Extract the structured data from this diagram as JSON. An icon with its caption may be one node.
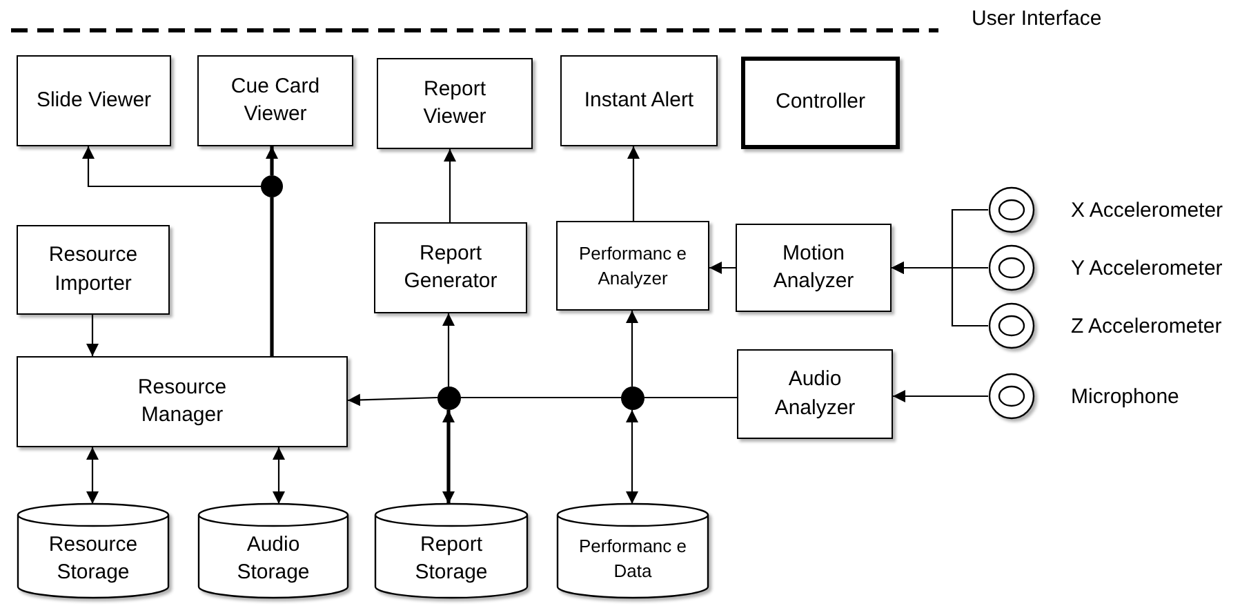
{
  "diagram": {
    "nodes": [
      {
        "text": [
          "Slide Viewer"
        ]
      },
      {
        "text": [
          "Cue Card Viewer"
        ]
      },
      {
        "text": [
          "Report Viewer"
        ]
      },
      {
        "text": [
          "Instant Alert"
        ]
      },
      {
        "text": [
          "Controller"
        ]
      },
      {
        "text": [
          "Resource Importer"
        ]
      },
      {
        "text": [
          "Report Generator"
        ]
      },
      {
        "text": [
          "Performanc e Analyzer"
        ]
      },
      {
        "text": [
          "Motion Analyzer"
        ]
      },
      {
        "text": [],
        "shape": "circle",
        "beside": [
          "X Accelerometer"
        ]
      },
      {
        "text": [],
        "shape": "circle",
        "beside": [
          "Y Accelerometer"
        ]
      },
      {
        "text": [],
        "shape": "circle",
        "beside": [
          "Z Accelerometer"
        ]
      },
      {
        "text": [
          "Resource Manager"
        ]
      },
      {
        "text": [
          "Audio Analyzer"
        ]
      },
      {
        "text": [],
        "shape": "circle",
        "beside": [
          "Microphone"
        ]
      },
      {
        "text": [
          "Resource Storage"
        ]
      },
      {
        "text": [
          "Audio Storage"
        ]
      },
      {
        "text": [
          "Report Storage"
        ]
      },
      {
        "text": [
          "Performanc e Data"
        ]
      },
      {
        "text": [],
        "shape": "dot"
      },
      {
        "text": [],
        "shape": "dot"
      },
      {
        "text": [],
        "shape": "dot"
      }
    ],
    "edges": [
      {
        "from": 19,
        "to": 0,
        "arrow": "to"
      },
      {
        "from": 19,
        "to": 1,
        "arrow": "to",
        "style": "thick"
      },
      {
        "from": 12,
        "to": 19,
        "arrow": "none",
        "style": "thick"
      },
      {
        "from": 5,
        "to": 12,
        "arrow": "to"
      },
      {
        "from": 6,
        "to": 2,
        "arrow": "to"
      },
      {
        "from": 7,
        "to": 3,
        "arrow": "to"
      },
      {
        "from": 8,
        "to": 7,
        "arrow": "to"
      },
      {
        "from": 9,
        "to": 8,
        "arrow": "to"
      },
      {
        "from": 10,
        "to": 8,
        "arrow": "to"
      },
      {
        "from": 11,
        "to": 8,
        "arrow": "to"
      },
      {
        "from": 14,
        "to": 13,
        "arrow": "to"
      },
      {
        "from": 13,
        "to": 21,
        "arrow": "none"
      },
      {
        "from": 21,
        "to": 20,
        "arrow": "none"
      },
      {
        "from": 20,
        "to": 12,
        "arrow": "to"
      },
      {
        "from": 20,
        "to": 6,
        "arrow": "to"
      },
      {
        "from": 17,
        "to": 20,
        "arrow": "both",
        "style": "thick"
      },
      {
        "from": 21,
        "to": 7,
        "arrow": "to"
      },
      {
        "from": 18,
        "to": 21,
        "arrow": "both"
      },
      {
        "from": 12,
        "to": 15,
        "arrow": "both"
      },
      {
        "from": 12,
        "to": 16,
        "arrow": "both"
      }
    ],
    "labels": [
      "User Interface"
    ]
  }
}
